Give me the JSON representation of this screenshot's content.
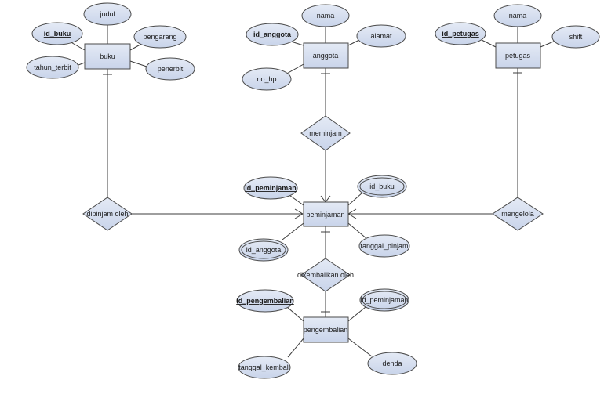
{
  "colors": {
    "fill": "#d6dfef",
    "stroke": "#4a4a4a",
    "line": "#3c3c3c",
    "text": "#1a1a1a"
  },
  "entities": {
    "buku": "buku",
    "anggota": "anggota",
    "petugas": "petugas",
    "peminjaman": "peminjaman",
    "pengembalian": "pengembalian"
  },
  "relationships": {
    "meminjam": "meminjam",
    "dipinjam_oleh": "dipinjam oleh",
    "mengelola": "mengelola",
    "dikembalikan_oleh": "dikembalikan oleh"
  },
  "attributes": {
    "buku": {
      "id_buku": "id_buku",
      "judul": "judul",
      "pengarang": "pengarang",
      "penerbit": "penerbit",
      "tahun_terbit": "tahun_terbit"
    },
    "anggota": {
      "id_anggota": "id_anggota",
      "nama": "nama",
      "alamat": "alamat",
      "no_hp": "no_hp"
    },
    "petugas": {
      "id_petugas": "id_petugas",
      "nama": "nama",
      "shift": "shift"
    },
    "peminjaman": {
      "id_peminjaman": "id_peminjaman",
      "id_buku": "id_buku",
      "id_anggota": "id_anggota",
      "tanggal_pinjam": "tanggal_pinjam"
    },
    "pengembalian": {
      "id_pengembalian": "id_pengembalian",
      "id_peminjaman": "id_peminjaman",
      "tanggal_kembali": "tanggal_kembali",
      "denda": "denda"
    }
  }
}
